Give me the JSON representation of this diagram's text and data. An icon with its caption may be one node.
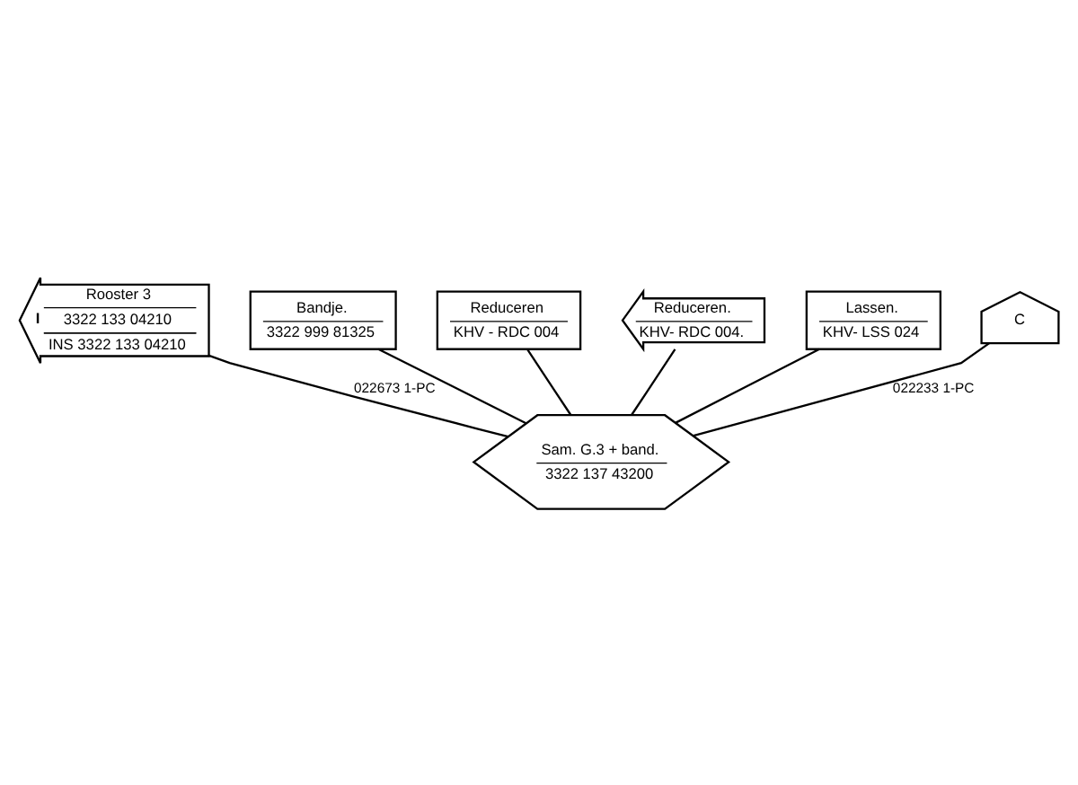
{
  "diagram": {
    "nodes": [
      {
        "text": [
          "I",
          "Rooster 3",
          "3322 133 04210",
          "INS 3322 133 04210"
        ]
      },
      {
        "text": [
          "Bandje.",
          "3322 999 81325"
        ]
      },
      {
        "text": [
          "Reduceren",
          "KHV - RDC 004"
        ]
      },
      {
        "text": [
          "Reduceren.",
          "KHV- RDC 004."
        ]
      },
      {
        "text": [
          "Lassen.",
          "KHV- LSS 024"
        ]
      },
      {
        "text": [
          "C"
        ]
      },
      {
        "text": [
          "Sam. G.3 + band.",
          "3322 137 43200"
        ]
      }
    ],
    "edges": [
      {
        "from": 0,
        "to": 6,
        "arrow": "none",
        "label": "022673 1-PC"
      },
      {
        "from": 2,
        "to": 6,
        "arrow": "none"
      },
      {
        "from": 1,
        "to": 6,
        "arrow": "none"
      },
      {
        "from": 3,
        "to": 6,
        "arrow": "none"
      },
      {
        "from": 4,
        "to": 6,
        "arrow": "none"
      },
      {
        "from": 5,
        "to": 6,
        "arrow": "none",
        "label": "022233 1-PC"
      }
    ]
  }
}
